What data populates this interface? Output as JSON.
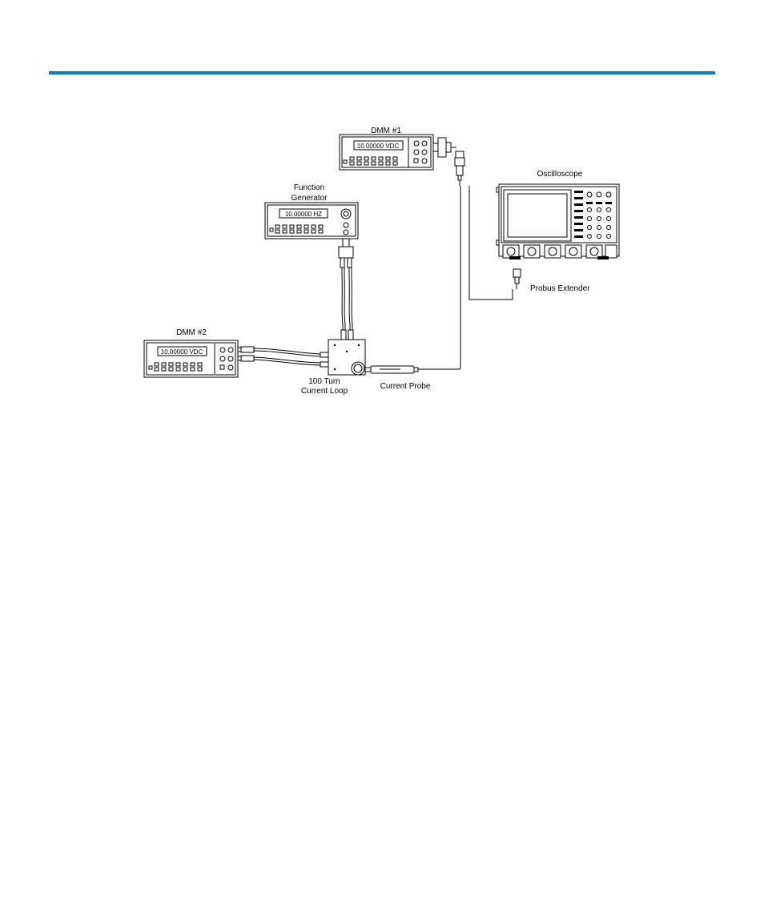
{
  "colors": {
    "header_rule": "#0a78c2",
    "line": "#000000",
    "background": "#ffffff"
  },
  "labels": {
    "dmm1": "DMM #1",
    "dmm2": "DMM #2",
    "function_generator_line1": "Function",
    "function_generator_line2": "Generator",
    "oscilloscope": "Oscilloscope",
    "probus_extender": "Probus Extender",
    "current_loop_line1": "100 Turn",
    "current_loop_line2": "Current Loop",
    "current_probe": "Current Probe"
  },
  "displays": {
    "dmm1": "10.00000 VDC",
    "dmm2": "10.00000 VDC",
    "function_generator": "10.00000 HZ"
  }
}
